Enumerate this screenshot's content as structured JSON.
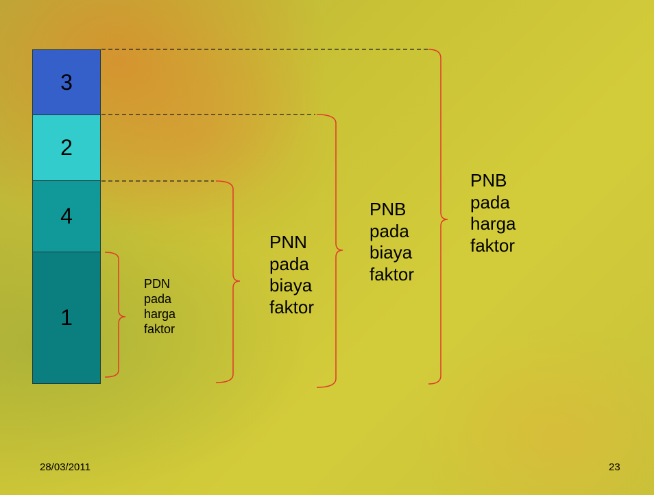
{
  "stack": {
    "segments": [
      {
        "label": "3",
        "color": "#3560c9"
      },
      {
        "label": "2",
        "color": "#33cccc"
      },
      {
        "label": "4",
        "color": "#119999"
      },
      {
        "label": "1",
        "color": "#0b7f7f"
      }
    ]
  },
  "labels": {
    "pdn": [
      "PDN",
      "pada",
      "harga",
      "faktor"
    ],
    "pnn": [
      "PNN",
      "pada",
      "biaya",
      "faktor"
    ],
    "pnb_biaya": [
      "PNB",
      "pada",
      "biaya",
      "faktor"
    ],
    "pnb_harga": [
      "PNB",
      "pada",
      "harga",
      "faktor"
    ]
  },
  "colors": {
    "brace": "#e0392b",
    "dash": "#222222"
  },
  "footer": {
    "date": "28/03/2011",
    "page": "23"
  }
}
